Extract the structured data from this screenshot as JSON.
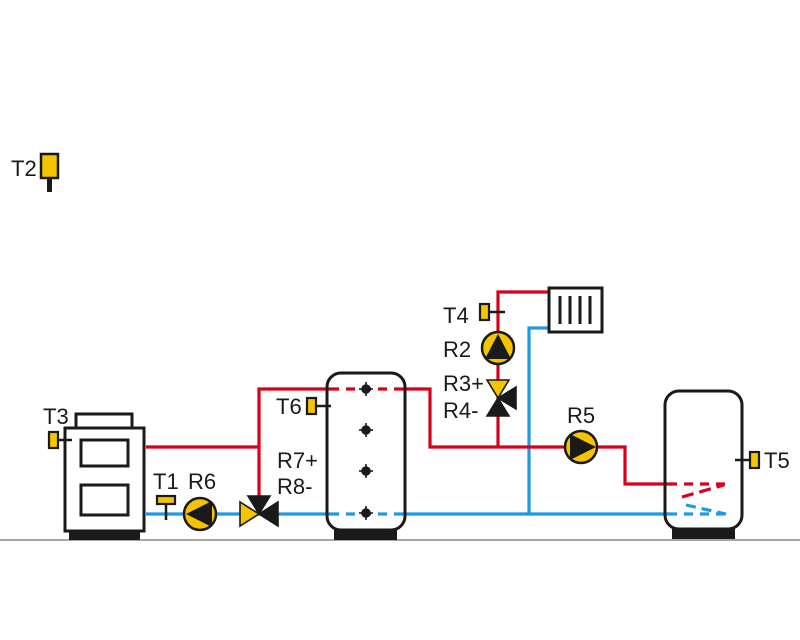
{
  "colors": {
    "hot_line": "#d9001b",
    "cold_line": "#1e9be0",
    "sensor": "#f5c400",
    "pump": "#f5c400",
    "outline": "#1a1a1a",
    "ground": "#888888"
  },
  "labels": {
    "t1": "T1",
    "t2": "T2",
    "t3": "T3",
    "t4": "T4",
    "t5": "T5",
    "t6": "T6",
    "r2": "R2",
    "r34_a": "R3+",
    "r34_b": "R4-",
    "r5": "R5",
    "r6": "R6",
    "r78_a": "R7+",
    "r78_b": "R8-"
  },
  "icons": {
    "boiler": "solid-fuel-boiler-icon",
    "buffer": "buffer-tank-icon",
    "dhw": "hot-water-tank-icon",
    "radiator": "radiator-icon",
    "pump": "circulation-pump-icon",
    "valve": "three-way-valve-icon",
    "sensor": "temperature-sensor-icon"
  }
}
